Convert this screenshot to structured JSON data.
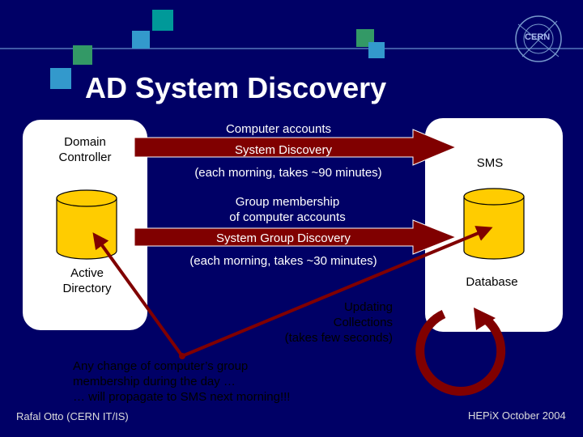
{
  "slide": {
    "title": "AD System Discovery",
    "footer_left": "Rafal Otto (CERN IT/IS)",
    "footer_right": "HEPiX October 2004",
    "logo_text": "CERN"
  },
  "left_box": {
    "top_label_line1": "Domain",
    "top_label_line2": "Controller",
    "bottom_label_line1": "Active",
    "bottom_label_line2": "Directory"
  },
  "right_box": {
    "top_label": "SMS",
    "bottom_label": "Database"
  },
  "arrow1": {
    "label_above": "Computer accounts",
    "label_on": "System Discovery",
    "label_below": "(each morning, takes ~90 minutes)"
  },
  "arrow2": {
    "label_above_line1": "Group membership",
    "label_above_line2": "of computer accounts",
    "label_on": "System Group Discovery",
    "label_below": "(each morning, takes ~30 minutes)"
  },
  "loop": {
    "line1": "Updating",
    "line2": "Collections",
    "line3": "(takes few seconds)"
  },
  "note": {
    "line1": "Any change of computer’s group",
    "line2": "membership during the day …",
    "line3": "… will propagate to SMS next morning!!!"
  },
  "colors": {
    "background": "#000066",
    "arrow": "#800000",
    "cylinder": "#ffcc00",
    "square_teal": "#009999",
    "square_blue": "#3399cc",
    "square_green": "#339966"
  }
}
